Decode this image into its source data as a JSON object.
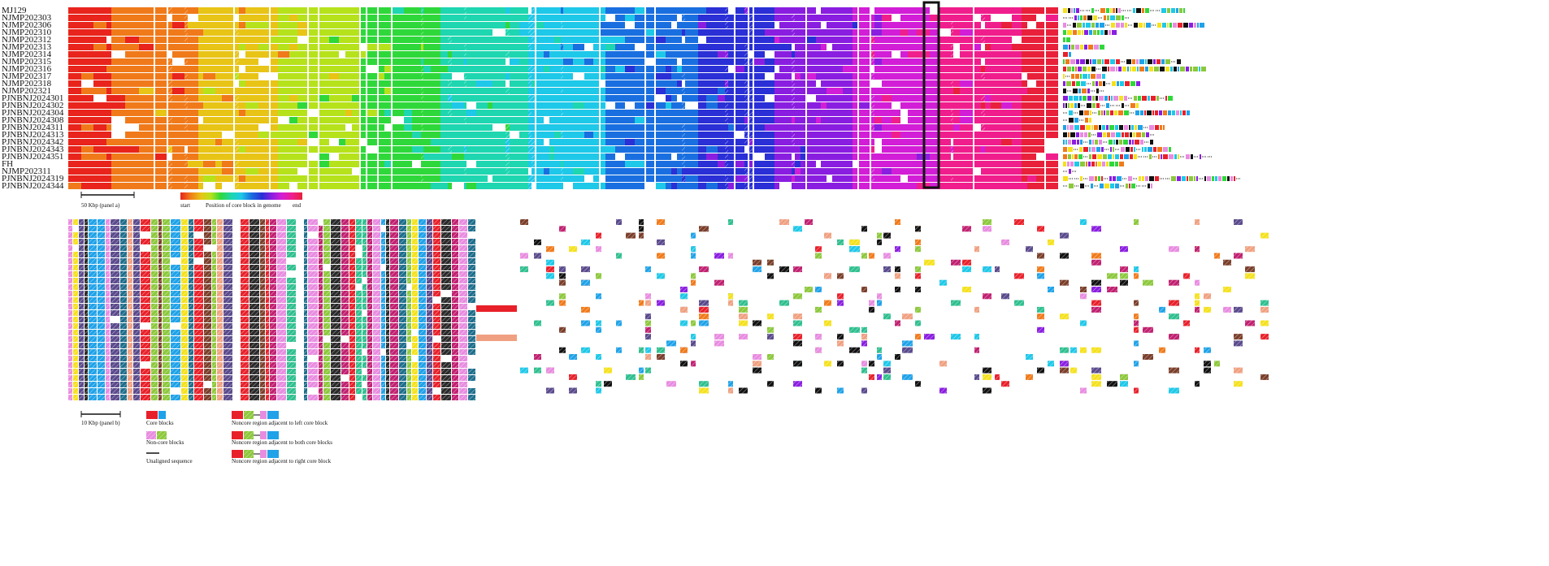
{
  "genomes": [
    "MJ129",
    "NJMP202303",
    "NJMP202306",
    "NJMP202310",
    "NJMP202312",
    "NJMP202313",
    "NJMP202314",
    "NJMP202315",
    "NJMP202316",
    "NJMP202317",
    "NJMP202318",
    "NJMP202321",
    "PJNBNJ2024301",
    "PJNBNJ2024302",
    "PJNBNJ2024304",
    "PJNBNJ2024308",
    "PJNBNJ2024311",
    "PJNBNJ2024313",
    "PJNBNJ2024342",
    "PJNBNJ2024343",
    "PJNBNJ2024351",
    "FH",
    "NJMP202311",
    "PJNBNJ2024319",
    "PJNBNJ2024344"
  ],
  "panel_a": {
    "scale_label": "50 Kbp (panel a)",
    "gradient_start": "start",
    "gradient_title": "Position of core block in genome",
    "gradient_end": "end",
    "gradient_colors": [
      "#e8241c",
      "#f07a1a",
      "#e8c416",
      "#b6e21c",
      "#2fd83a",
      "#1ed6b0",
      "#1ec8e8",
      "#1a6fe0",
      "#2a2fd6",
      "#8a1ee0",
      "#d21ed6",
      "#f01e8c",
      "#e8203a"
    ]
  },
  "panel_b": {
    "scale_label": "10 Kbp (panel b)"
  },
  "legend": {
    "core_blocks": "Core blocks",
    "noncore_blocks": "Non-core blocks",
    "unaligned": "Unaligned sequence",
    "adjacent_left": "Noncore region adjacent to left core block",
    "adjacent_both": "Noncore region adjacent to both core blocks",
    "adjacent_right": "Noncore region adjacent to right core block"
  },
  "colors": {
    "core_red": "#e8202a",
    "core_blue": "#1fa2e8",
    "noncore_pink": "#e88ce0",
    "noncore_green": "#8cc83c",
    "adj_a": "#e8202a",
    "adj_b": "#8cc83c",
    "adj_c": "#e88ce0",
    "adj_d": "#1fa2e8",
    "highlight_box": "#111111"
  }
}
